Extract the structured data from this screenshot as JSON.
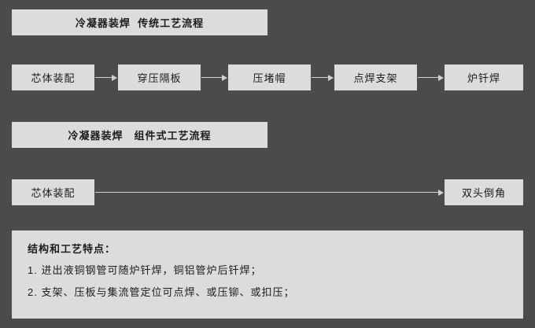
{
  "colors": {
    "background": "#4b4b4b",
    "box_bg": "#dcdcdc",
    "arrow": "#cfcfcf",
    "text": "#1c1c1c"
  },
  "flow_traditional": {
    "title": "冷凝器装焊  传统工艺流程",
    "steps": [
      "芯体装配",
      "穿压隔板",
      "压堵帽",
      "点焊支架",
      "炉钎焊"
    ]
  },
  "flow_modular": {
    "title": "冷凝器装焊　组件式工艺流程",
    "steps": [
      "芯体装配",
      "双头倒角"
    ]
  },
  "notes": {
    "title": "结构和工艺特点：",
    "lines": [
      "1. 进出液铜钢管可随炉钎焊，铜铝管炉后钎焊；",
      "2. 支架、压板与集流管定位可点焊、或压铆、或扣压；"
    ]
  }
}
